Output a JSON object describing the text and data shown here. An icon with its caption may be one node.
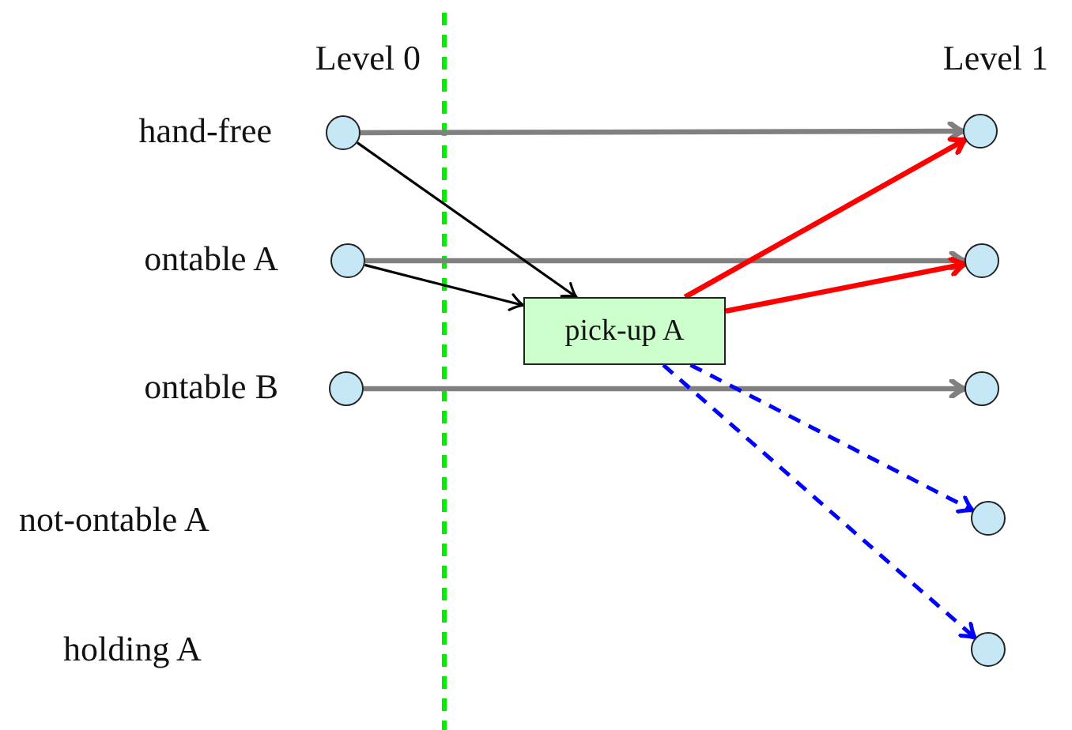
{
  "diagram": {
    "nodes": [
      {
        "text": [],
        "shape": "circle",
        "beside": [
          "hand-free"
        ]
      },
      {
        "text": [],
        "shape": "circle",
        "beside": [
          "ontable A"
        ]
      },
      {
        "text": [],
        "shape": "circle",
        "beside": [
          "ontable B"
        ]
      },
      {
        "text": [
          "pick-up A"
        ]
      },
      {
        "text": [],
        "shape": "circle"
      },
      {
        "text": [],
        "shape": "circle"
      },
      {
        "text": [],
        "shape": "circle"
      },
      {
        "text": [],
        "shape": "circle"
      },
      {
        "text": [],
        "shape": "circle"
      }
    ],
    "edges": [
      {
        "from": 0,
        "to": 4,
        "arrow": "to",
        "color": "#808080"
      },
      {
        "from": 1,
        "to": 5,
        "arrow": "to",
        "color": "#808080"
      },
      {
        "from": 2,
        "to": 6,
        "arrow": "to",
        "color": "#808080"
      },
      {
        "from": 0,
        "to": 3,
        "arrow": "to",
        "color": "#000000"
      },
      {
        "from": 1,
        "to": 3,
        "arrow": "to",
        "color": "#000000"
      },
      {
        "from": 3,
        "to": 4,
        "arrow": "to",
        "color": "#ff0000"
      },
      {
        "from": 3,
        "to": 5,
        "arrow": "to",
        "color": "#ff0000"
      },
      {
        "from": 3,
        "to": 7,
        "arrow": "to",
        "style": "dashed",
        "color": "#0000ff"
      },
      {
        "from": 3,
        "to": 8,
        "arrow": "to",
        "style": "dashed",
        "color": "#0000ff"
      }
    ],
    "labels": [
      "Level 0",
      "Level 1",
      "not-ontable A",
      "holding A"
    ]
  }
}
